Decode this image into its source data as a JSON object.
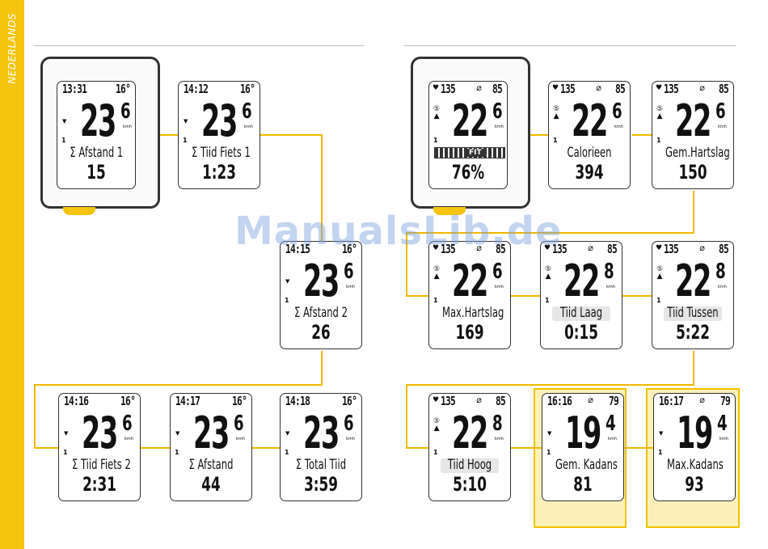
{
  "sidebar": {
    "label": "NEDERLANDS"
  },
  "watermark": "ManualsLib.de",
  "screens": [
    {
      "id": "s1",
      "top_left": "13:31",
      "top_right": "16°",
      "speed": "23",
      "speed_decimal": "6",
      "unit": "kmh",
      "label": "Σ Afstand 1",
      "value": "15"
    },
    {
      "id": "s2",
      "top_left": "14:12",
      "top_right": "16°",
      "speed": "23",
      "speed_decimal": "6",
      "unit": "kmh",
      "label": "Σ Tiid Fiets 1",
      "value": "1:23"
    },
    {
      "id": "s3",
      "top_left": "14:15",
      "top_right": "16°",
      "speed": "23",
      "speed_decimal": "6",
      "unit": "kmh",
      "label": "Σ Afstand 2",
      "value": "26"
    },
    {
      "id": "s4",
      "top_left": "14:16",
      "top_right": "16°",
      "speed": "23",
      "speed_decimal": "6",
      "unit": "kmh",
      "label": "Σ Tiid Fiets 2",
      "value": "2:31"
    },
    {
      "id": "s5",
      "top_left": "14:17",
      "top_right": "16°",
      "speed": "23",
      "speed_decimal": "6",
      "unit": "kmh",
      "label": "Σ Afstand",
      "value": "44"
    },
    {
      "id": "s6",
      "top_left": "14:18",
      "top_right": "16°",
      "speed": "23",
      "speed_decimal": "6",
      "unit": "kmh",
      "label": "Σ Total Tiid",
      "value": "3:59"
    },
    {
      "id": "h1",
      "top_left": "135",
      "avg_symbol": "⌀",
      "top_right": "85",
      "speed": "22",
      "speed_decimal": "6",
      "unit": "kmh",
      "bar_text": "FIT",
      "value": "76%"
    },
    {
      "id": "h2",
      "top_left": "135",
      "avg_symbol": "⌀",
      "top_right": "85",
      "speed": "22",
      "speed_decimal": "6",
      "unit": "kmh",
      "label": "Calorieen",
      "value": "394"
    },
    {
      "id": "h3",
      "top_left": "135",
      "avg_symbol": "⌀",
      "top_right": "85",
      "speed": "22",
      "speed_decimal": "6",
      "unit": "kmh",
      "label": "Gem.Hartslag",
      "value": "150"
    },
    {
      "id": "h4",
      "top_left": "135",
      "avg_symbol": "⌀",
      "top_right": "85",
      "speed": "22",
      "speed_decimal": "6",
      "unit": "kmh",
      "label": "Max.Hartslag",
      "value": "169"
    },
    {
      "id": "h5",
      "top_left": "135",
      "avg_symbol": "⌀",
      "top_right": "85",
      "speed": "22",
      "speed_decimal": "8",
      "unit": "kmh",
      "label": "Tiid Laag",
      "value": "0:15"
    },
    {
      "id": "h6",
      "top_left": "135",
      "avg_symbol": "⌀",
      "top_right": "85",
      "speed": "22",
      "speed_decimal": "8",
      "unit": "kmh",
      "label": "Tiid Tussen",
      "value": "5:22"
    },
    {
      "id": "h7",
      "top_left": "135",
      "avg_symbol": "⌀",
      "top_right": "85",
      "speed": "22",
      "speed_decimal": "8",
      "unit": "kmh",
      "label": "Tiid Hoog",
      "value": "5:10"
    },
    {
      "id": "c1",
      "top_left": "16:16",
      "avg_symbol": "⌀",
      "top_right": "79",
      "speed": "19",
      "speed_decimal": "4",
      "unit": "kmh",
      "label": "Gem. Kadans",
      "value": "81"
    },
    {
      "id": "c2",
      "top_left": "16:17",
      "avg_symbol": "⌀",
      "top_right": "79",
      "speed": "19",
      "speed_decimal": "4",
      "unit": "kmh",
      "label": "Max.Kadans",
      "value": "93"
    }
  ]
}
